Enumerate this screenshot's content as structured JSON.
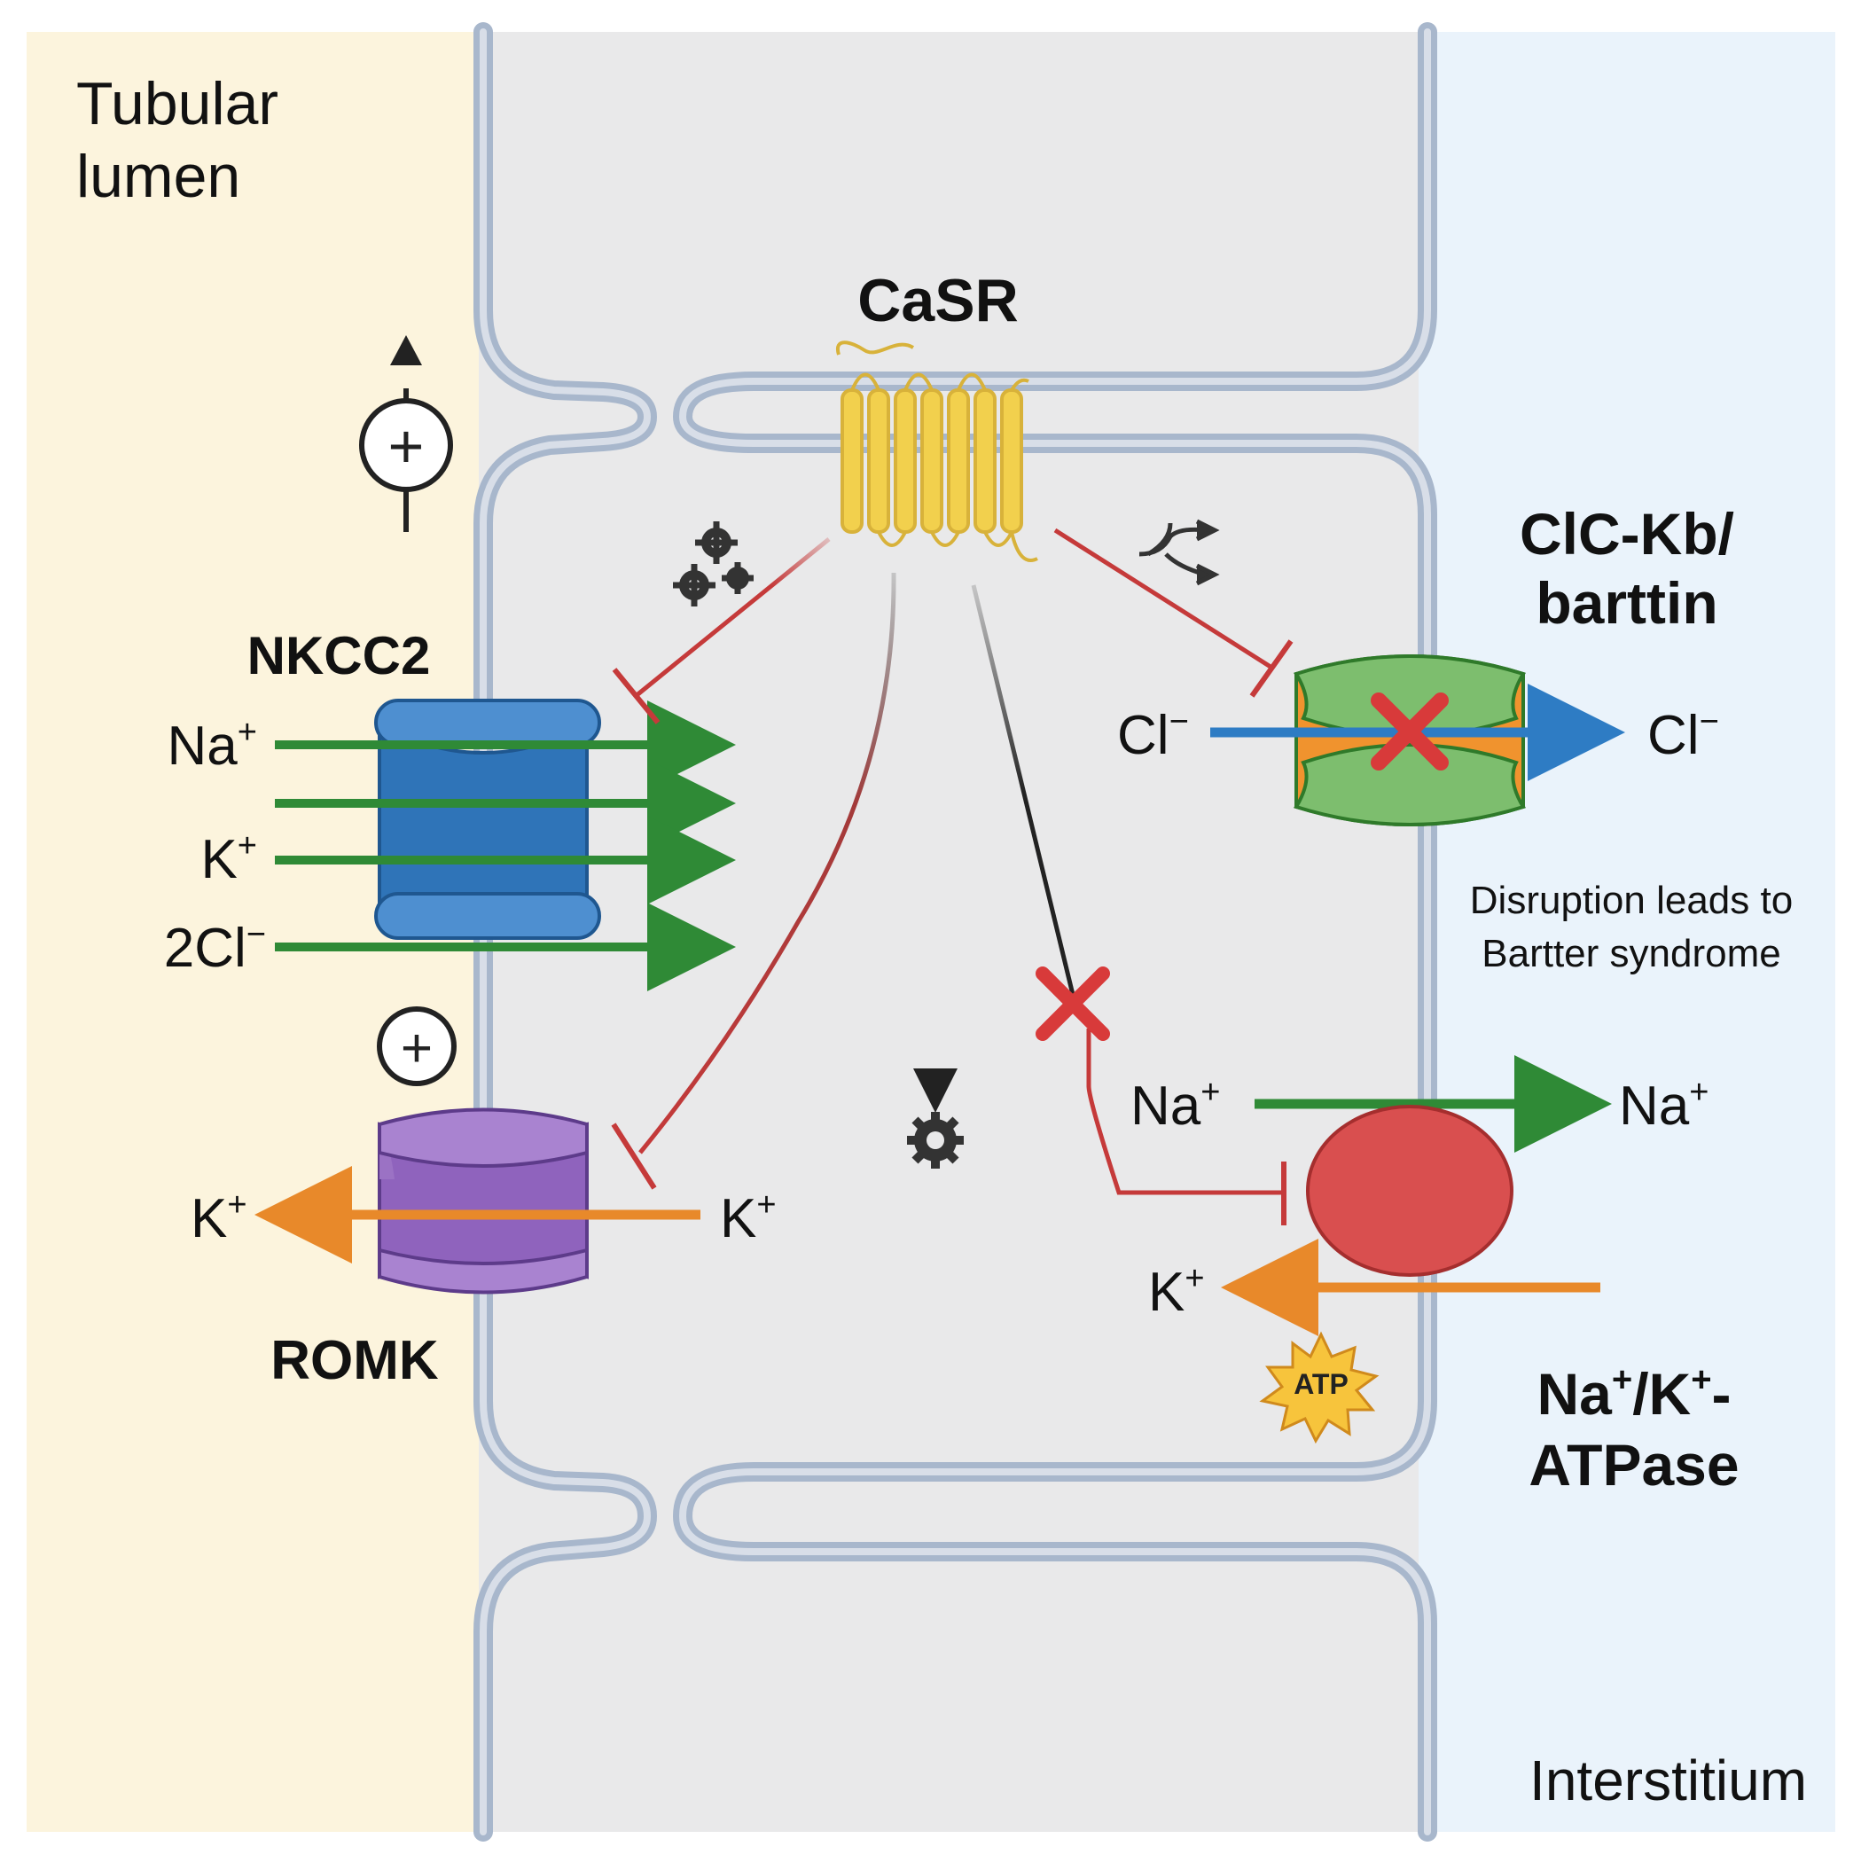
{
  "regions": {
    "lumen_label": [
      "Tubular",
      "lumen"
    ],
    "interstitium_label": "Interstitium"
  },
  "receptor": {
    "name": "CaSR"
  },
  "transporters": {
    "nkcc2": {
      "name": "NKCC2",
      "ions": [
        "Na",
        "K",
        "2Cl"
      ]
    },
    "romk": {
      "name": "ROMK",
      "ion_out": "K",
      "ion_in": "K"
    },
    "clc": {
      "name_lines": [
        "ClC-Kb/",
        "barttin"
      ],
      "ion_in": "Cl",
      "ion_out": "Cl"
    },
    "nak_atpase": {
      "name_parts": [
        "Na",
        "/K",
        "-",
        "ATPase"
      ],
      "ion_na_in": "Na",
      "ion_na_out": "Na",
      "ion_k": "K",
      "atp": "ATP"
    }
  },
  "charges": {
    "plus": "+",
    "minus": "−"
  },
  "signs": {
    "plus": "+"
  },
  "note": [
    "Disruption leads to",
    "Bartter syndrome"
  ],
  "colors": {
    "lumen_bg": "#fcf4dd",
    "interstitium_bg": "#eaf3fb",
    "cell_bg": "#e9e9ea",
    "membrane": "#a8b7cc",
    "inhibit": "#c53a3a",
    "flow_green": "#2f8a36",
    "flow_orange": "#e8892a",
    "flow_blue": "#2e7cc4",
    "nkcc2": "#2f74b8",
    "romk": "#9b72c4",
    "clc_green": "#7dbe6e",
    "clc_orange": "#f0932e",
    "pump": "#d94f4f",
    "casr": "#f2d04d",
    "atp": "#f7c43c"
  },
  "icons": [
    "gears-icon",
    "branching-arrows-icon",
    "gear-icon",
    "cross-icon",
    "atp-burst-icon",
    "plus-circle-icon"
  ]
}
